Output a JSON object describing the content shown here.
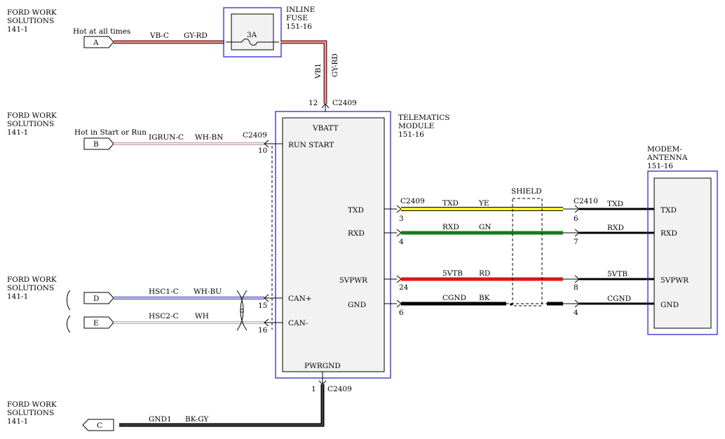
{
  "ref_1": {
    "line1": "FORD WORK",
    "line2": "SOLUTIONS",
    "line3": "141-1"
  },
  "ref_2": {
    "line1": "FORD WORK",
    "line2": "SOLUTIONS",
    "line3": "141-1"
  },
  "ref_3": {
    "line1": "FORD WORK",
    "line2": "SOLUTIONS",
    "line3": "141-1"
  },
  "ref_4": {
    "line1": "FORD WORK",
    "line2": "SOLUTIONS",
    "line3": "141-1"
  },
  "fuse": {
    "title1": "INLINE",
    "title2": "FUSE",
    "page": "151-16",
    "rating": "3A"
  },
  "module": {
    "title1": "TELEMATICS",
    "title2": "MODULE",
    "page": "151-16",
    "vbatt": "VBATT",
    "run_start": "RUN START",
    "txd": "TXD",
    "rxd": "RXD",
    "fivevpwr": "5VPWR",
    "gnd": "GND",
    "can_plus": "CAN+",
    "can_minus": "CAN-",
    "pwrgnd": "PWRGND"
  },
  "antenna": {
    "title1": "MODEM-",
    "title2": "ANTENNA",
    "page": "151-16",
    "txd": "TXD",
    "rxd": "RXD",
    "fivevpwr": "5VPWR",
    "gnd": "GND"
  },
  "connectors": {
    "a": "A",
    "b": "B",
    "c": "C",
    "d": "D",
    "e": "E"
  },
  "notes": {
    "hot_all": "Hot at all times",
    "hot_start": "Hot in Start or Run",
    "shield": "SHIELD"
  },
  "circuits": {
    "vbc": "VB-C",
    "gyrd": "GY-RD",
    "vb1": "VB1",
    "gyrd_v": "GY-RD",
    "igrun": "IGRUN-C",
    "whbn": "WH-BN",
    "hsc1": "HSC1-C",
    "whbu": "WH-BU",
    "hsc2": "HSC2-C",
    "wh": "WH",
    "gnd1": "GND1",
    "bkgy": "BK-GY",
    "txd": "TXD",
    "ye": "YE",
    "rxd": "RXD",
    "gn": "GN",
    "fivevtb": "5VTB",
    "rd": "RD",
    "cgnd": "CGND",
    "bk": "BK",
    "ant_txd": "TXD",
    "ant_rxd": "RXD",
    "ant_5vtb": "5VTB",
    "ant_cgnd": "CGND"
  },
  "pins": {
    "c2409_top": "C2409",
    "pin12": "12",
    "c2409_run": "C2409",
    "pin10": "10",
    "c2409_right": "C2409",
    "pin3": "3",
    "pin4": "4",
    "pin24": "24",
    "pin6": "6",
    "c2410": "C2410",
    "pin6b": "6",
    "pin7": "7",
    "pin8": "8",
    "pin4b": "4",
    "pin15": "15",
    "pin16": "16",
    "pin1": "1",
    "c2409_bottom": "C2409"
  },
  "colors": {
    "gy_rd_outer": "#8a2a2a",
    "gy_rd_inner": "#f4c0c0",
    "wh_bn": "#c89a9a",
    "wh_bu": "#4040c0",
    "wh": "#b0b0b0",
    "ye": "#f5ef2a",
    "gn": "#157a1a",
    "rd": "#e01515",
    "bk": "#000000",
    "bk_gy": "#000000",
    "box_blue": "#2a2ad0"
  }
}
